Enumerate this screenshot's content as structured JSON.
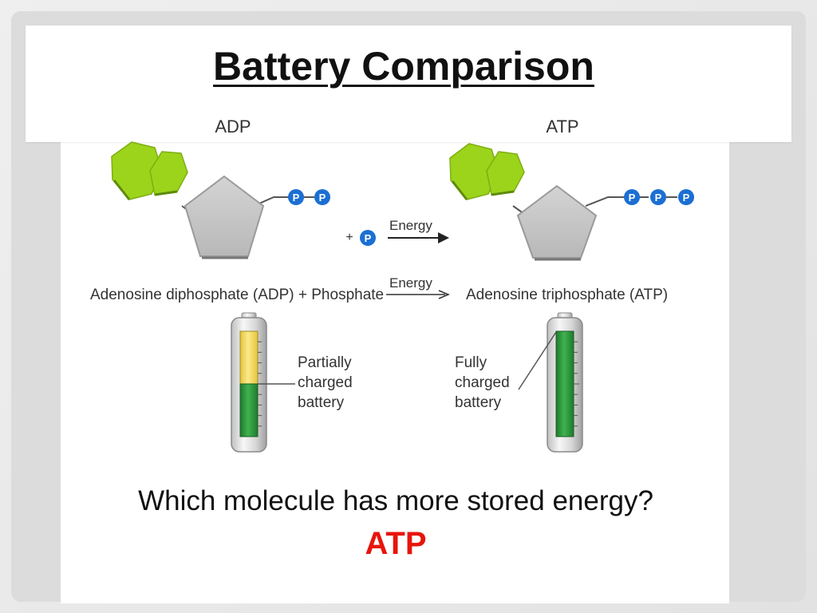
{
  "slide": {
    "title": "Battery Comparison",
    "question": "Which molecule has more stored energy?",
    "answer": "ATP"
  },
  "diagram": {
    "adp_header": "ADP",
    "atp_header": "ATP",
    "phosphate_symbol": "P",
    "plus_sign": "+",
    "energy_label_top": "Energy",
    "energy_label_bottom": "Energy",
    "equation_left": "Adenosine diphosphate (ADP) + Phosphate",
    "equation_right": "Adenosine triphosphate (ATP)",
    "battery_partial": {
      "label_lines": [
        "Partially",
        "charged",
        "battery"
      ],
      "charge_fraction": 0.5
    },
    "battery_full": {
      "label_lines": [
        "Fully",
        "charged",
        "battery"
      ],
      "charge_fraction": 1.0
    }
  },
  "colors": {
    "base_green": "#9bd41a",
    "ribose_gray": "#c8c8c8",
    "phosphate_blue": "#1b6fd3",
    "battery_green": "#2e9a3e",
    "battery_yellow": "#f2db57",
    "answer_red": "#e8140c"
  }
}
